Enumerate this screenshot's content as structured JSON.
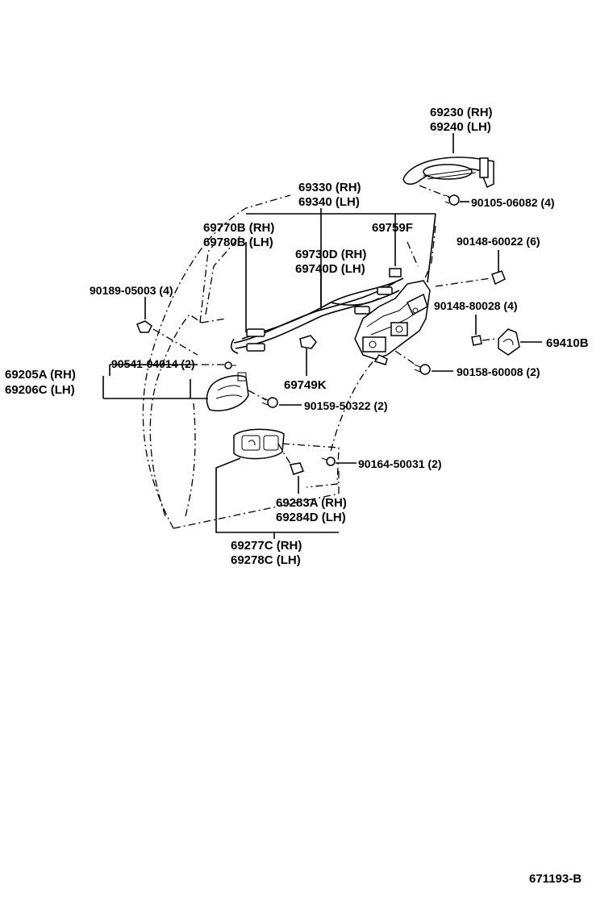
{
  "labels": {
    "handle_outer_rh": "69230 (RH)",
    "handle_outer_lh": "69240 (LH)",
    "bolt_90105": "90105-06082 (4)",
    "cable_69330": "69330 (RH)",
    "cable_69340": "69340 (LH)",
    "rod_69770b": "69770B (RH)",
    "rod_69780b": "69780B (LH)",
    "clip_69759f": "69759F",
    "screw_90148_60022": "90148-60022 (6)",
    "cable_69730d": "69730D (RH)",
    "cable_69740d": "69740D (LH)",
    "clip_90189": "90189-05003 (4)",
    "screw_90148_80028": "90148-80028 (4)",
    "striker_69410b": "69410B",
    "clip_90541": "90541-04014 (2)",
    "inside_handle_rh": "69205A (RH)",
    "inside_handle_lh": "69206C (LH)",
    "clip_69749k": "69749K",
    "screw_90158": "90158-60008 (2)",
    "screw_90159": "90159-50322 (2)",
    "screw_90164": "90164-50031 (2)",
    "bezel_69283a": "69283A (RH)",
    "bezel_69284d": "69284D (LH)",
    "handle_69277c": "69277C (RH)",
    "handle_69278c": "69278C (LH)",
    "diagram_code": "671193-B"
  }
}
